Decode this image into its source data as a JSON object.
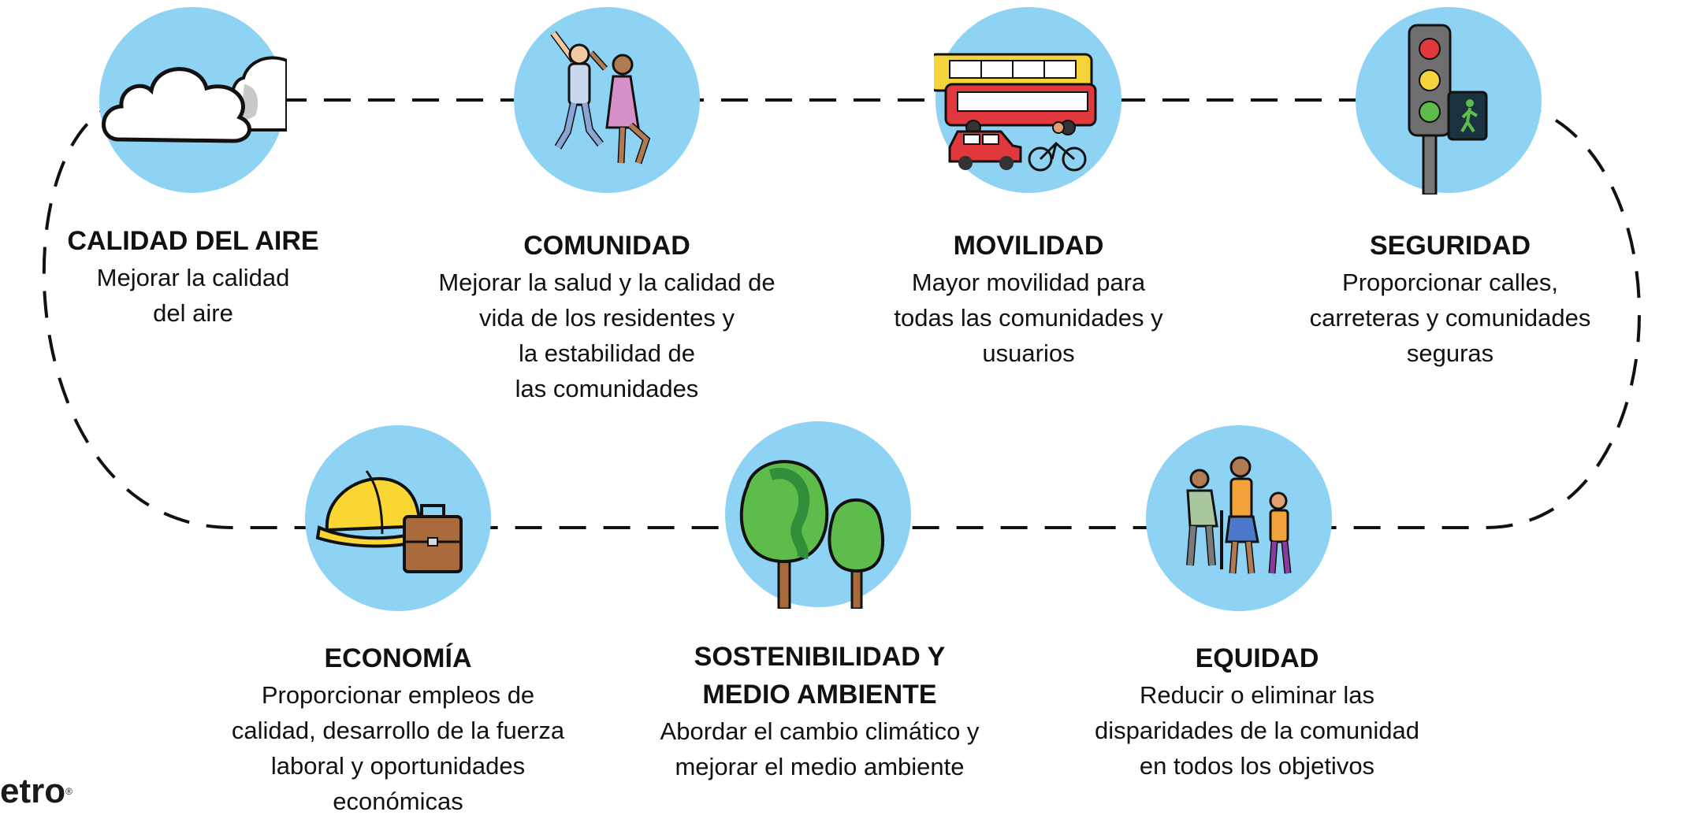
{
  "logo": {
    "text": "etro",
    "mark": "®"
  },
  "objectives": [
    {
      "id": "aire",
      "icon": "cloud-icon",
      "title": "CALIDAD DEL AIRE",
      "lines": [
        "Mejorar la calidad",
        "del aire"
      ]
    },
    {
      "id": "comunidad",
      "icon": "people-dancing-icon",
      "title": "COMUNIDAD",
      "lines": [
        "Mejorar la salud y la calidad de",
        "vida de los residentes y",
        "la estabilidad de",
        "las comunidades"
      ]
    },
    {
      "id": "movilidad",
      "icon": "transit-vehicles-icon",
      "title": "MOVILIDAD",
      "lines": [
        "Mayor movilidad para",
        "todas las comunidades y",
        "usuarios"
      ]
    },
    {
      "id": "seguridad",
      "icon": "traffic-light-icon",
      "title": "SEGURIDAD",
      "lines": [
        "Proporcionar calles,",
        "carreteras y comunidades",
        "seguras"
      ]
    },
    {
      "id": "economia",
      "icon": "hardhat-briefcase-icon",
      "title": "ECONOMÍA",
      "lines": [
        "Proporcionar empleos de",
        "calidad, desarrollo de la fuerza",
        "laboral y oportunidades",
        "económicas"
      ]
    },
    {
      "id": "sostenibilidad",
      "icon": "trees-icon",
      "title": "SOSTENIBILIDAD Y",
      "title2": "MEDIO AMBIENTE",
      "lines": [
        "Abordar el cambio climático y",
        "mejorar el medio ambiente"
      ]
    },
    {
      "id": "equidad",
      "icon": "diverse-people-icon",
      "title": "EQUIDAD",
      "lines": [
        "Reducir o eliminar las",
        "disparidades de la comunidad",
        "en todos los objetivos"
      ]
    }
  ],
  "colors": {
    "circle": "#8fd3f4",
    "dash": "#111111"
  }
}
